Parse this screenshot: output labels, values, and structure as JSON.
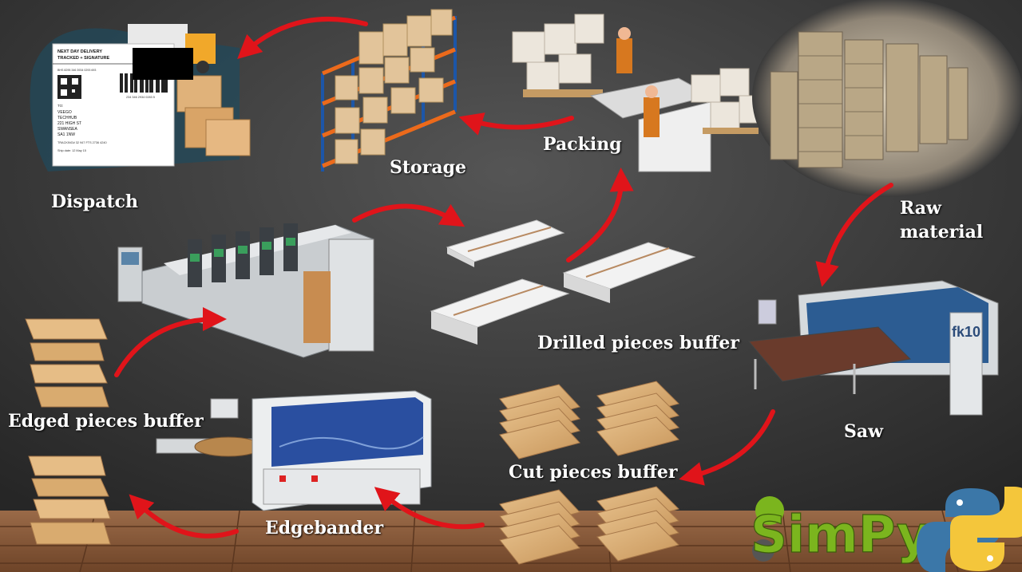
{
  "stages": {
    "dispatch": "Dispatch",
    "storage": "Storage",
    "packing": "Packing",
    "raw_material": [
      "Raw",
      "material"
    ],
    "saw": "Saw",
    "cut_buffer": "Cut pieces buffer",
    "edgebander": "Edgebander",
    "edged_buffer": "Edged pieces buffer",
    "drilled_buffer": "Drilled pieces buffer"
  },
  "shipping_label": {
    "header": [
      "NEXT DAY DELIVERY",
      "TRACKED + SIGNATURE"
    ],
    "barcode_number": "234 346 2934 0283 5",
    "tracking_code": "BHS 8295 346 3934 0293 693",
    "to_label": "TO:",
    "address": [
      "VEEGO",
      "TECHHUB",
      "221 HIGH ST",
      "SWANSEA",
      "SA1 1NW"
    ],
    "tracking_line": "TRACKING# 32 947 FTS 2736 4240",
    "ship_date": "Ship date: 12 May 15"
  },
  "machine_badge": "fk10",
  "logos": {
    "simpy": "SimPy"
  },
  "colors": {
    "background": "#3a3a3a",
    "floor": "#8a5a3c",
    "arrow": "#e0141a",
    "label_text": "#ffffff",
    "simpy_green": "#7bb51e",
    "python_blue": "#3b77a8",
    "python_yellow": "#f4c63b"
  }
}
